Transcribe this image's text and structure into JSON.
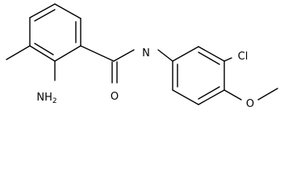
{
  "molecule": {
    "atoms": {
      "nh2": {
        "main": "H",
        "sub": "2",
        "lead": "N"
      },
      "nh": "N",
      "carbonyl_o": "O",
      "cl": "Cl",
      "methoxy_o": "O"
    }
  },
  "colors": {
    "bond": "#000000",
    "text": "#000000",
    "background": "#ffffff"
  }
}
